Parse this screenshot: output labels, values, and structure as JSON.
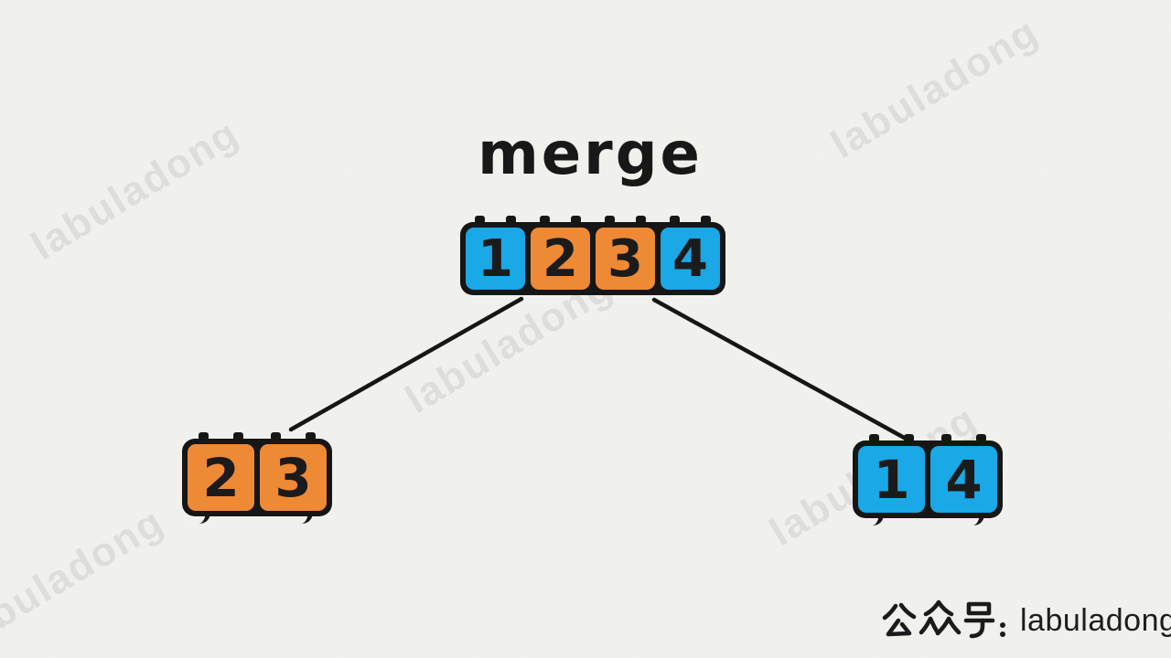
{
  "title": "merge",
  "colors": {
    "blue": "#1aa8e6",
    "orange": "#ee8936",
    "ink": "#161616",
    "paper": "#f6f5f2",
    "number": "#1b1b1b"
  },
  "arrays": {
    "merged": {
      "cells": [
        {
          "value": "1",
          "color": "blue"
        },
        {
          "value": "2",
          "color": "orange"
        },
        {
          "value": "3",
          "color": "orange"
        },
        {
          "value": "4",
          "color": "blue"
        }
      ]
    },
    "left": {
      "cells": [
        {
          "value": "2",
          "color": "orange"
        },
        {
          "value": "3",
          "color": "orange"
        }
      ]
    },
    "right": {
      "cells": [
        {
          "value": "1",
          "color": "blue"
        },
        {
          "value": "4",
          "color": "blue"
        }
      ]
    }
  },
  "watermark": {
    "text": "labuladong"
  },
  "footer": {
    "account_label": "公众号:",
    "account_name": "labuladong"
  }
}
